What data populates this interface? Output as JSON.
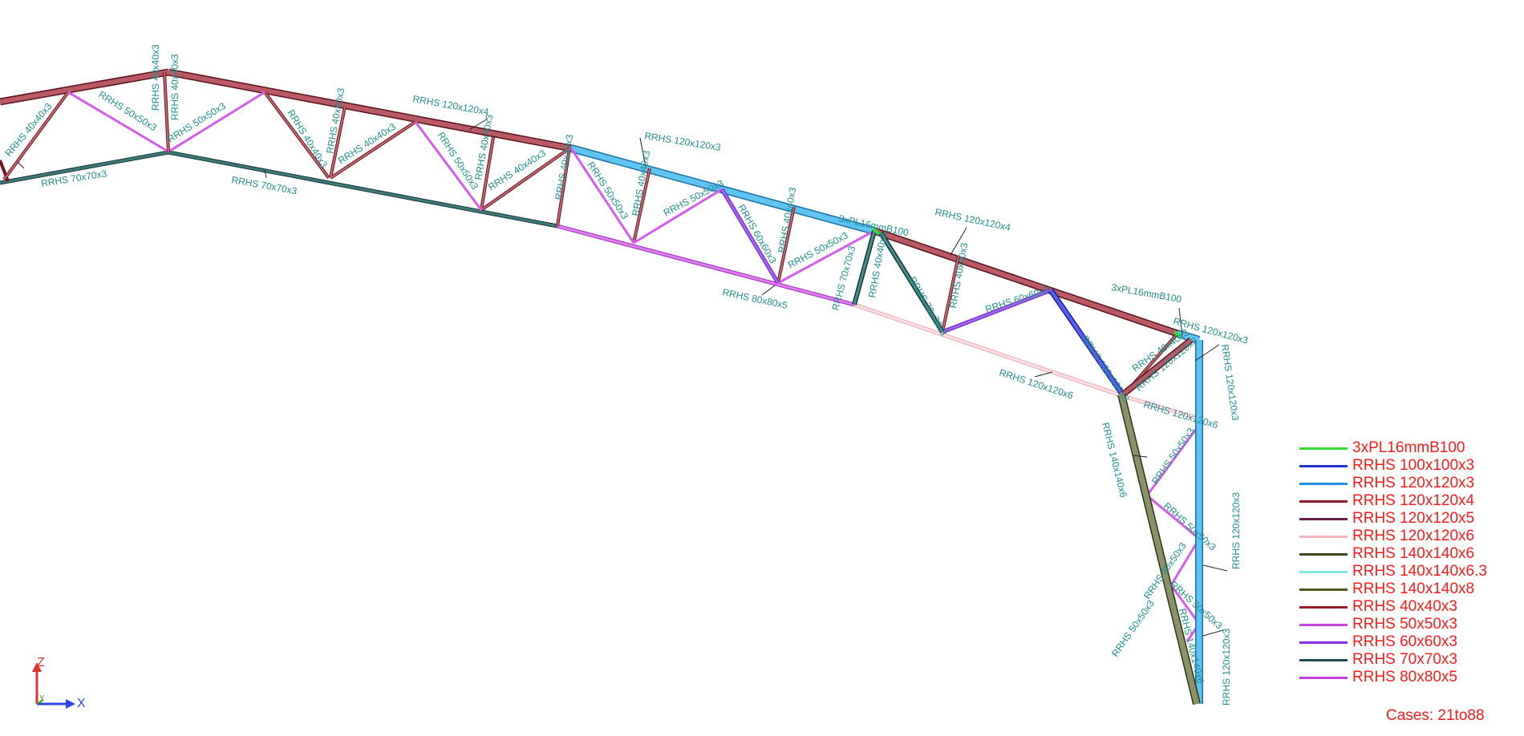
{
  "legend": {
    "items": [
      {
        "label": "3xPL16mmB100",
        "color": "#33dd33"
      },
      {
        "label": "RRHS 100x100x3",
        "color": "#2233cc"
      },
      {
        "label": "RRHS 120x120x3",
        "color": "#2b8fe0"
      },
      {
        "label": "RRHS 120x120x4",
        "color": "#8b1e2a"
      },
      {
        "label": "RRHS 120x120x5",
        "color": "#6a1f4a"
      },
      {
        "label": "RRHS 120x120x6",
        "color": "#f4b8c0"
      },
      {
        "label": "RRHS 140x140x6",
        "color": "#3d4a1e"
      },
      {
        "label": "RRHS 140x140x6.3",
        "color": "#7fe8e0"
      },
      {
        "label": "RRHS 140x140x8",
        "color": "#4c5a1c"
      },
      {
        "label": "RRHS 40x40x3",
        "color": "#9b1b24"
      },
      {
        "label": "RRHS 50x50x3",
        "color": "#cc44e0"
      },
      {
        "label": "RRHS 60x60x3",
        "color": "#8a2ee0"
      },
      {
        "label": "RRHS 70x70x3",
        "color": "#1f4f4f"
      },
      {
        "label": "RRHS 80x80x5",
        "color": "#c040e0"
      }
    ]
  },
  "cases_text": "Cases: 21to88",
  "axes": {
    "z": "Z",
    "x": "X",
    "y": "Y"
  },
  "labels": {
    "top_120x4_a": "RRHS 120x120x4",
    "top_120x4_b": "RRHS 120x120x4",
    "top_120x3_a": "RRHS 120x120x3",
    "top_120x3_b": "RRHS 120x120x3",
    "col_120x3_a": "RRHS 120x120x3",
    "col_120x3_b": "RRHS 120x120x3",
    "col_120x3_c": "RRHS 120x120x3",
    "bot_70x3_a": "RRHS 70x70x3",
    "bot_70x3_b": "RRHS 70x70x3",
    "bot_80x5": "RRHS 80x80x5",
    "bot_120x6_a": "RRHS 120x120x6",
    "bot_120x6_b": "RRHS 120x120x6",
    "col_140x6": "RRHS 140x140x6",
    "pl_a": "3xPL16mmB100",
    "pl_b": "3xPL16mmB100",
    "w_40_1": "RRHS 40x40x3",
    "w_40_2": "RRHS 40x40x3",
    "w_40_3": "RRHS 40x40x3",
    "w_40_4": "RRHS 40x40x3",
    "w_40_5": "RRHS 40x40x3",
    "w_40_6": "RRHS 40x40x3",
    "w_40_7": "RRHS 40x40x3",
    "w_40_8": "RRHS 40x40x3",
    "w_40_9": "RRHS 40x40x3",
    "w_40_10": "RRHS 40x40x3",
    "w_40_11": "RRHS 40x40x3",
    "w_40_12": "RRHS 40x40x3",
    "w_40_13": "RRHS 40x40x3",
    "w_50_1": "RRHS 50x50x3",
    "w_50_2": "RRHS 50x50x3",
    "w_50_3": "RRHS 50x50x3",
    "w_50_4": "RRHS 50x50x3",
    "w_50_5": "RRHS 50x50x3",
    "w_50_6": "RRHS 50x50x3",
    "w_50_7": "RRHS 50x50x3",
    "w_50_8": "RRHS 50x50x3",
    "w_50_9": "RRHS 50x50x3",
    "w_50_10": "RRHS 50x50x3",
    "w_50_11": "RRHS 50x50x3",
    "w_60_1": "RRHS 60x60x3",
    "w_60_2": "RRHS 60x60x3",
    "w_70_1": "RRHS 70x70x3",
    "w_70_2": "RRHS 70x70x3",
    "w_100": "RRHS 100x100x3",
    "w_120x3_knee": "RRHS 120x120x3",
    "w_40_knee": "RRHS 40x40x3",
    "col_140_b": "RRHS 140x140x6"
  }
}
